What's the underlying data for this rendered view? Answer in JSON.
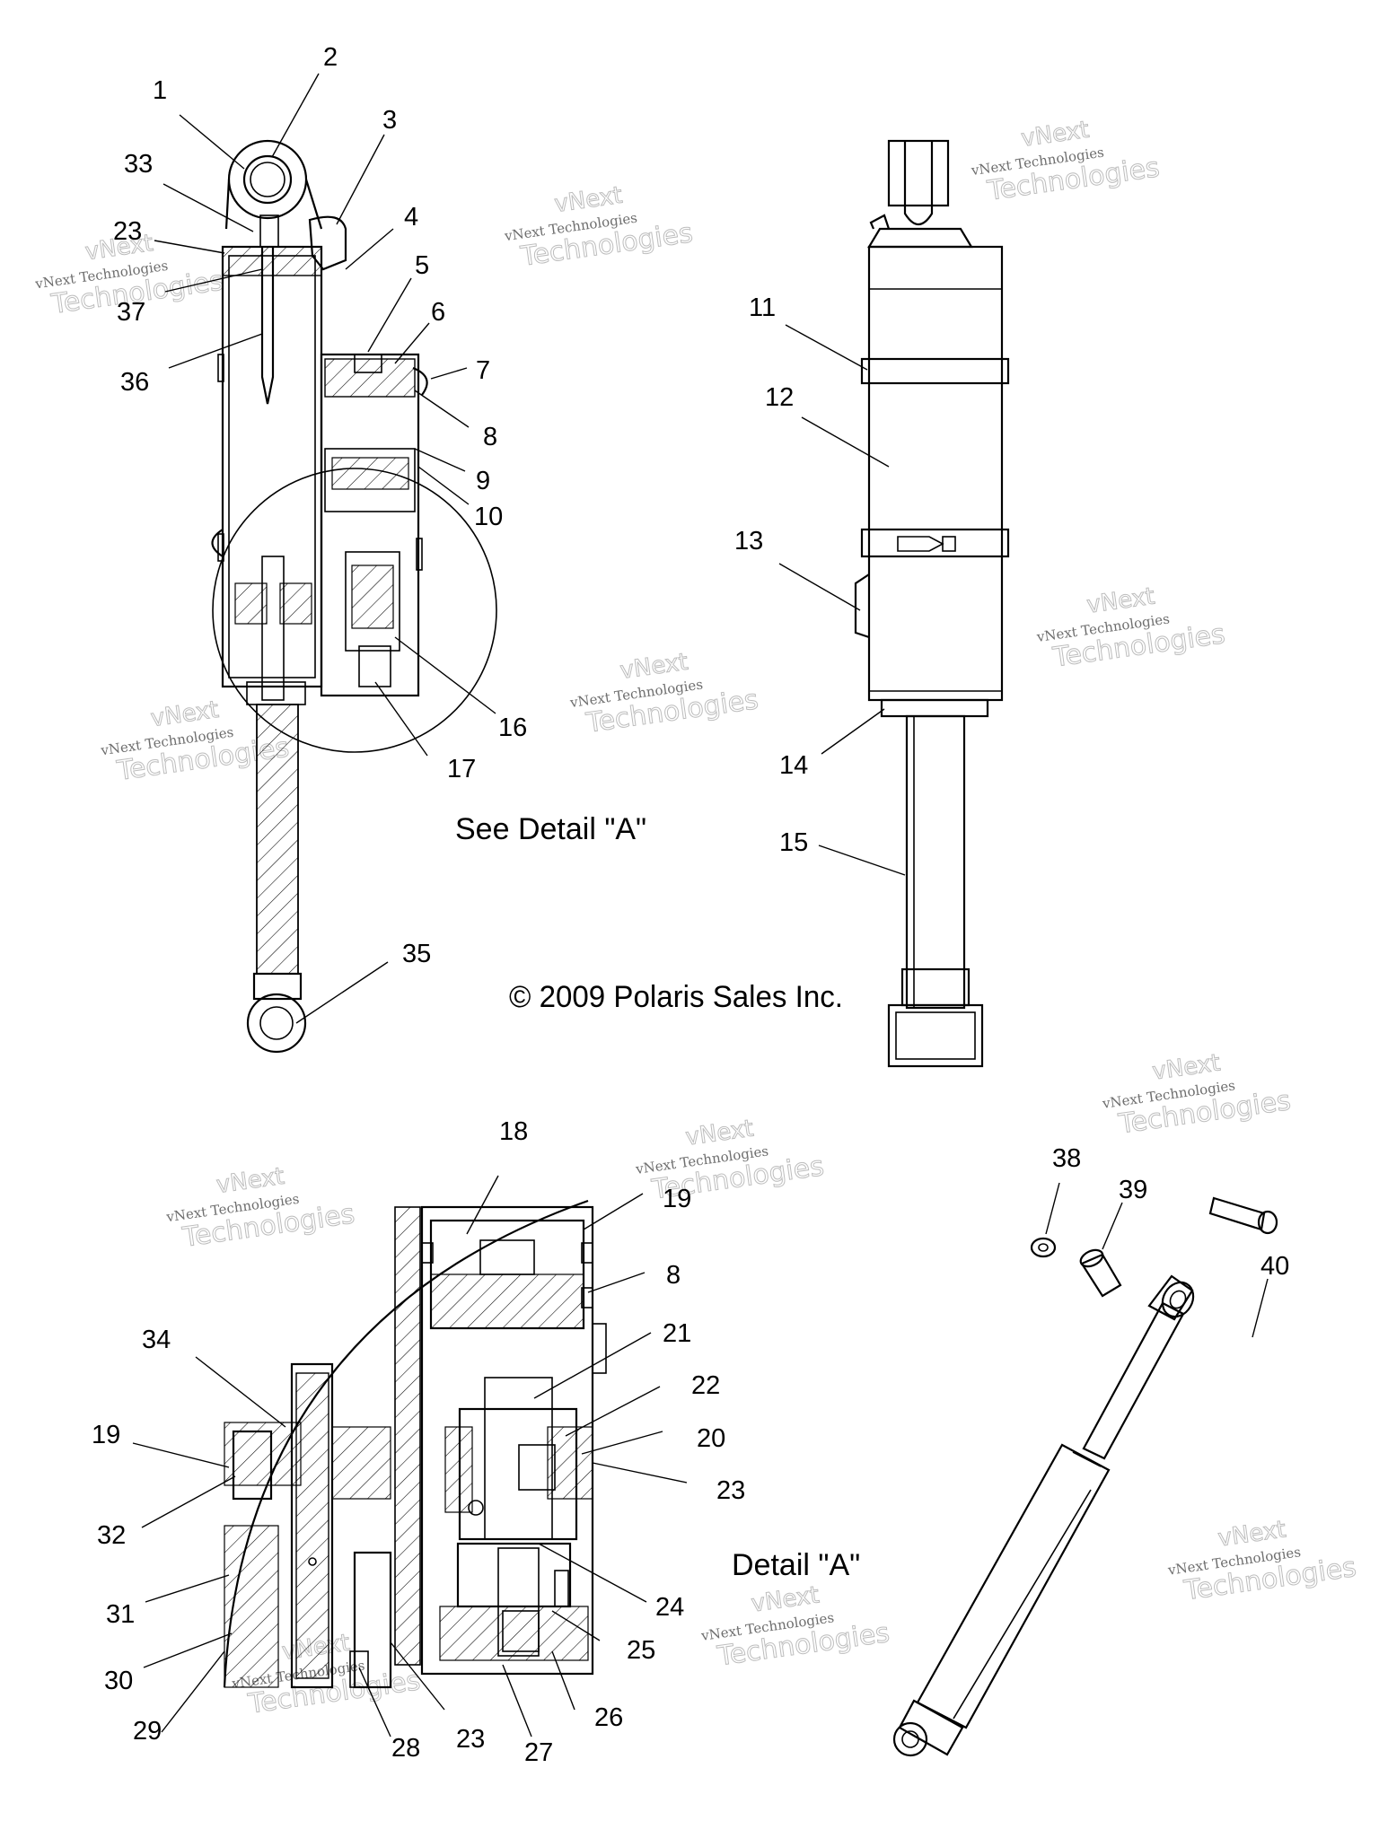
{
  "callouts": {
    "c1": "1",
    "c2": "2",
    "c3": "3",
    "c4": "4",
    "c5": "5",
    "c6": "6",
    "c7": "7",
    "c8": "8",
    "c9": "9",
    "c10": "10",
    "c11": "11",
    "c12": "12",
    "c13": "13",
    "c14": "14",
    "c15": "15",
    "c16": "16",
    "c17": "17",
    "c18": "18",
    "c19": "19",
    "c20": "20",
    "c21": "21",
    "c22": "22",
    "c23": "23",
    "c24": "24",
    "c25": "25",
    "c26": "26",
    "c27": "27",
    "c28": "28",
    "c29": "29",
    "c30": "30",
    "c31": "31",
    "c32": "32",
    "c33": "33",
    "c34": "34",
    "c35": "35",
    "c36": "36",
    "c37": "37",
    "c38": "38",
    "c39": "39",
    "c40": "40"
  },
  "captions": {
    "see_detail": "See Detail \"A\"",
    "detail": "Detail \"A\"",
    "copyright": "© 2009 Polaris Sales Inc."
  },
  "watermark": {
    "line1": "vNext",
    "line2": "vNext Technologies",
    "line3": "Technologies"
  }
}
